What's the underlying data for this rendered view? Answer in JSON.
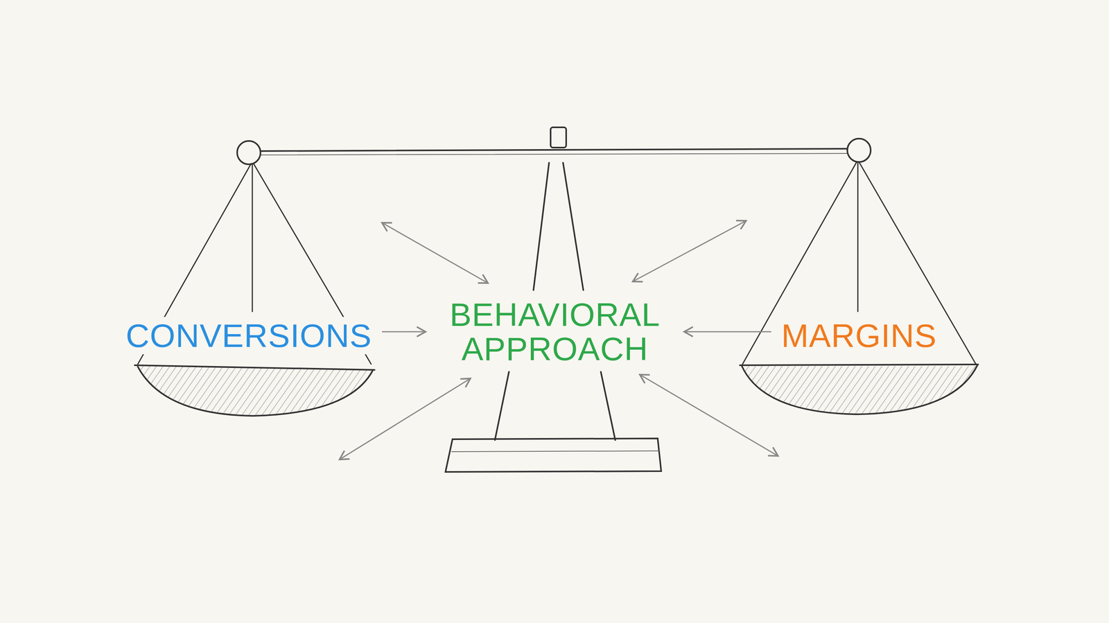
{
  "diagram": {
    "nodes": [
      {
        "text": [
          "CONVERSIONS"
        ]
      },
      {
        "text": [
          "BEHAVIORAL APPROACH"
        ]
      },
      {
        "text": [
          "MARGINS"
        ]
      }
    ],
    "edges": [
      {
        "from": 0,
        "to": 1,
        "arrow": "to"
      },
      {
        "from": 2,
        "to": 1,
        "arrow": "to"
      }
    ]
  }
}
